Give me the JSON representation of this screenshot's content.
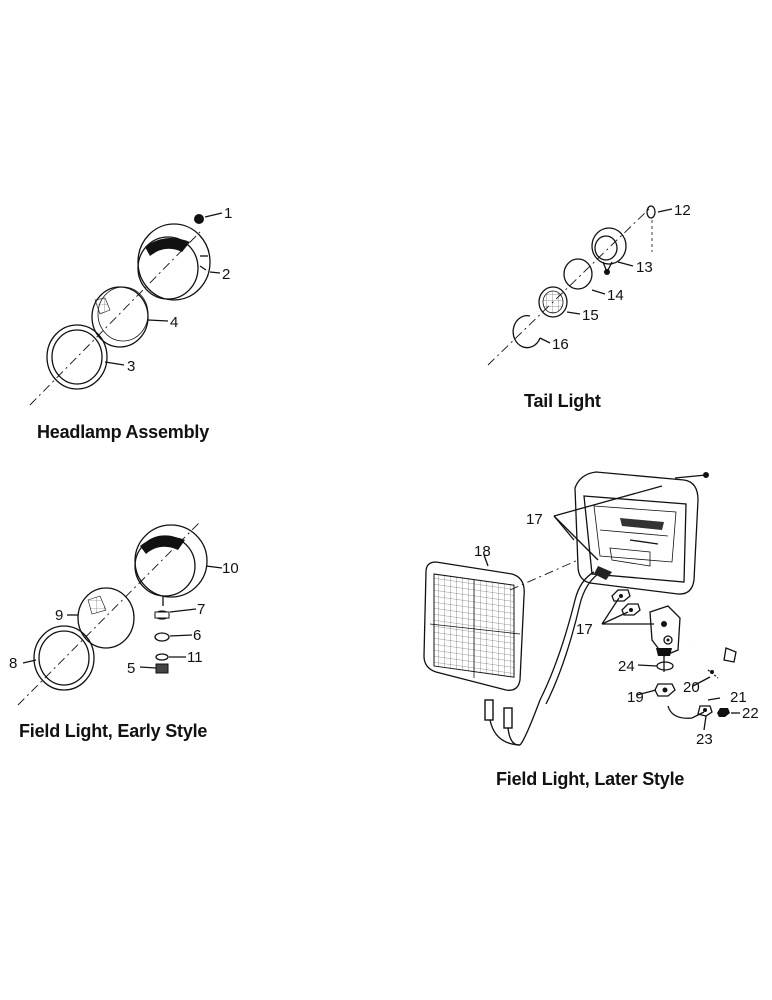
{
  "captions": {
    "headlamp": "Headlamp Assembly",
    "tail": "Tail Light",
    "field_early": "Field Light, Early Style",
    "field_later": "Field Light, Later Style"
  },
  "callouts": {
    "c1": "1",
    "c2": "2",
    "c3": "3",
    "c4": "4",
    "c5": "5",
    "c6": "6",
    "c7": "7",
    "c8": "8",
    "c9": "9",
    "c10": "10",
    "c11": "11",
    "c12": "12",
    "c13": "13",
    "c14": "14",
    "c15": "15",
    "c16": "16",
    "c17a": "17",
    "c17b": "17",
    "c18": "18",
    "c19": "19",
    "c20": "20",
    "c21": "21",
    "c22": "22",
    "c23": "23",
    "c24": "24"
  }
}
